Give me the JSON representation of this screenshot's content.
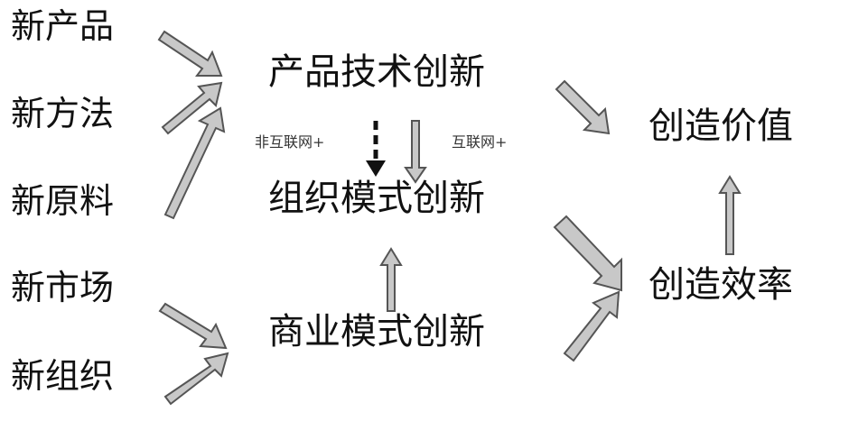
{
  "sources": [
    "新产品",
    "新方法",
    "新原料",
    "新市场",
    "新组织"
  ],
  "innovations": {
    "product_tech": "产品技术创新",
    "org_model": "组织模式创新",
    "business_model": "商业模式创新"
  },
  "labels": {
    "non_internet": "非互联网+",
    "internet": "互联网+"
  },
  "outcomes": {
    "create_value": "创造价值",
    "create_efficiency": "创造效率"
  },
  "colors": {
    "arrow_fill": "#c8c8c8",
    "arrow_stroke": "#555555",
    "dashed_arrow": "#111111"
  }
}
